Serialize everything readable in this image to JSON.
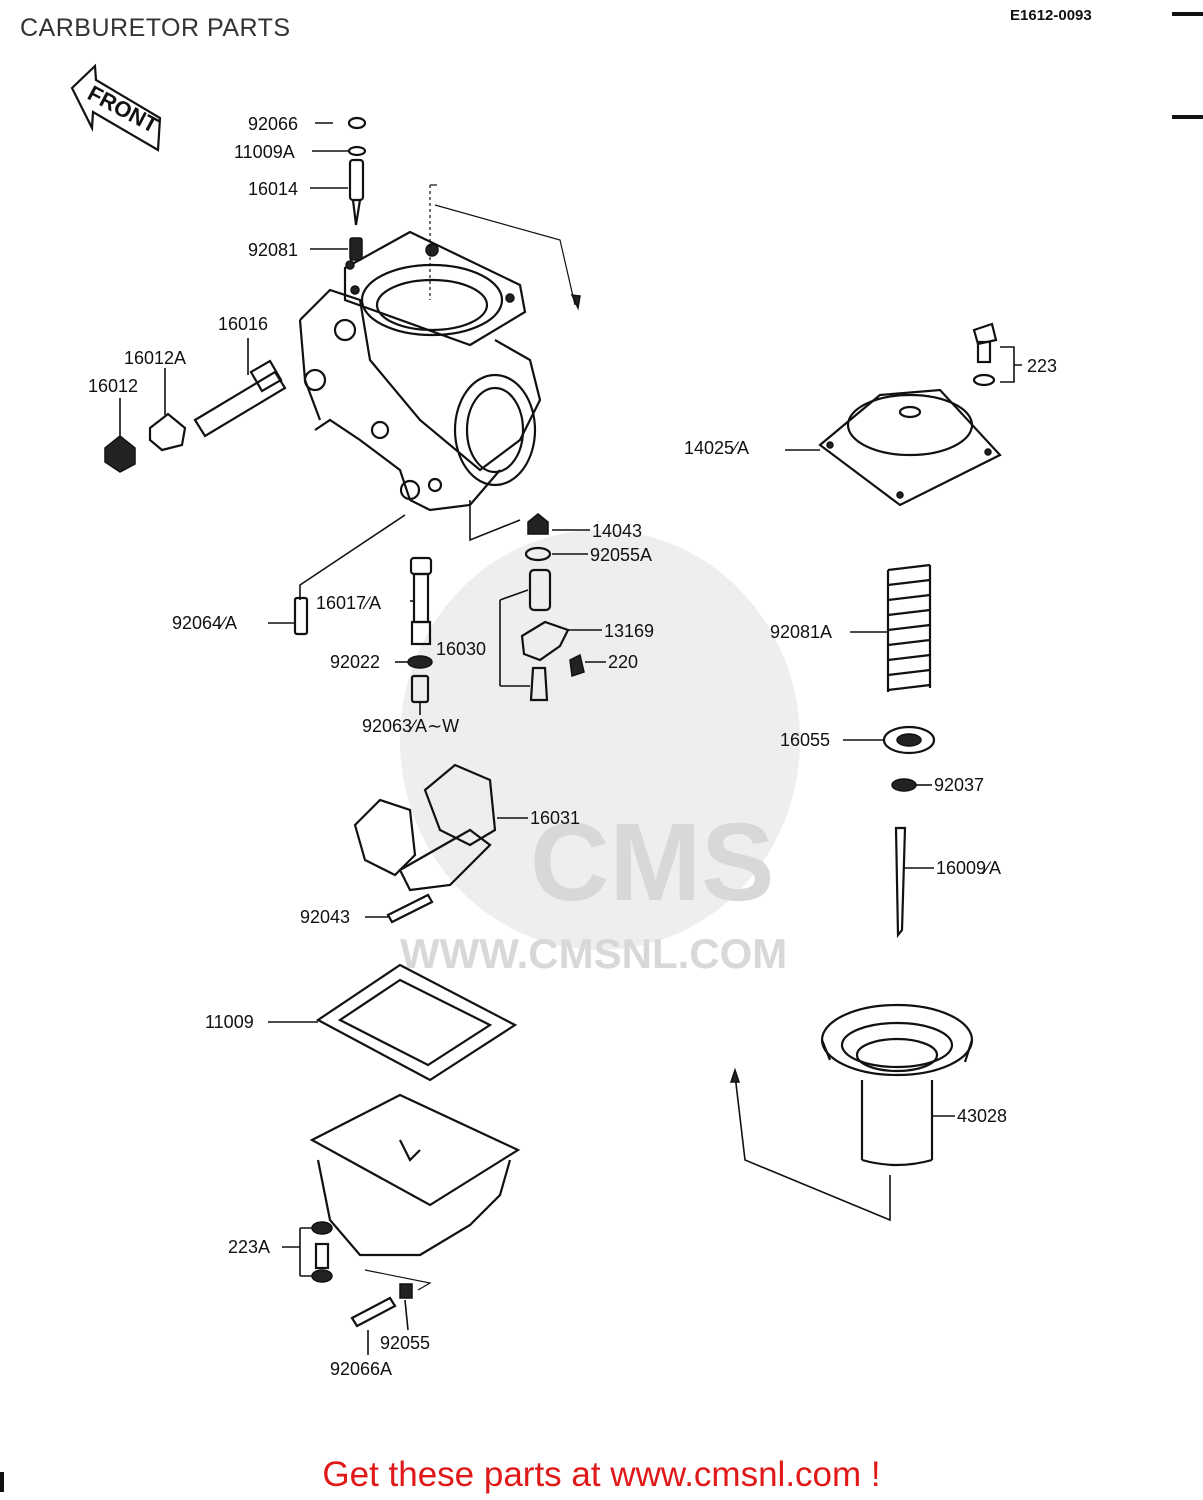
{
  "header": {
    "title": "CARBURETOR PARTS",
    "diagram_code": "E1612-0093"
  },
  "front_marker": "FRONT",
  "watermark": {
    "logo_text": "CMS",
    "url_text": "WWW.CMSNL.COM"
  },
  "callouts": {
    "p92066": "92066",
    "p11009A": "11009A",
    "p16014": "16014",
    "p92081": "92081",
    "p16016": "16016",
    "p16012A": "16012A",
    "p16012": "16012",
    "p223": "223",
    "p14025": "14025∕A",
    "p14043": "14043",
    "p92055A": "92055A",
    "p16017": "16017∕A",
    "p92064": "92064∕A",
    "p16030": "16030",
    "p13169": "13169",
    "p220": "220",
    "p92022": "92022",
    "p92063": "92063∕A∼W",
    "p92081A": "92081A",
    "p16055": "16055",
    "p92037": "92037",
    "p16031": "16031",
    "p16009": "16009∕A",
    "p92043": "92043",
    "p11009": "11009",
    "p43028": "43028",
    "p223A": "223A",
    "p92055": "92055",
    "p92066A": "92066A"
  },
  "footer": {
    "text": "Get these parts at www.cmsnl.com !"
  },
  "colors": {
    "footer_text": "#e01818",
    "line_art": "#111111",
    "watermark": "#d8d8d8"
  }
}
